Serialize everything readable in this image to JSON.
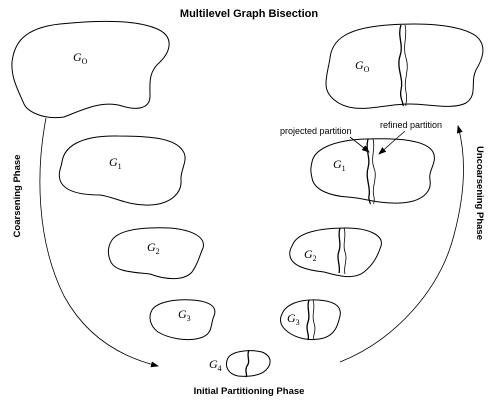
{
  "title": "Multilevel Graph Bisection",
  "phases": {
    "coarsening": "Coarsening Phase",
    "uncoarsening": "Uncoarsening Phase",
    "initial": "Initial Partitioning Phase"
  },
  "callouts": {
    "projected": "projected partition",
    "refined": "refined partition"
  },
  "graphs": {
    "left": [
      {
        "base": "G",
        "sub": "O"
      },
      {
        "base": "G",
        "sub": "1"
      },
      {
        "base": "G",
        "sub": "2"
      },
      {
        "base": "G",
        "sub": "3"
      }
    ],
    "bottom": {
      "base": "G",
      "sub": "4"
    },
    "right": [
      {
        "base": "G",
        "sub": "O"
      },
      {
        "base": "G",
        "sub": "1"
      },
      {
        "base": "G",
        "sub": "2"
      },
      {
        "base": "G",
        "sub": "3"
      }
    ]
  }
}
